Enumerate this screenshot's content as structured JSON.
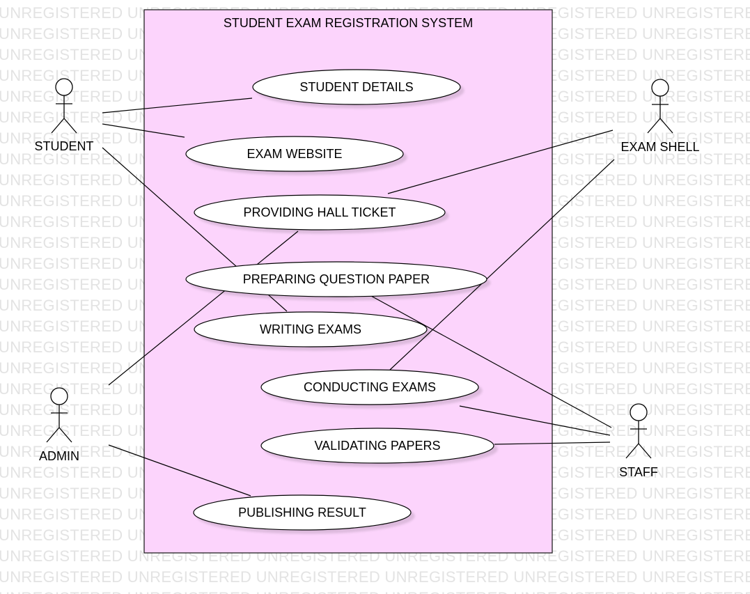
{
  "watermark": {
    "text": "UNREGISTERED "
  },
  "system": {
    "title": "STUDENT EXAM REGISTRATION SYSTEM",
    "fill": "#fcd4fc"
  },
  "actors": {
    "student": "STUDENT",
    "exam_shell": "EXAM SHELL",
    "admin": "ADMIN",
    "staff": "STAFF"
  },
  "use_cases": {
    "student_details": "STUDENT DETAILS",
    "exam_website": "EXAM WEBSITE",
    "providing_hall_ticket": "PROVIDING HALL TICKET",
    "preparing_question_paper": "PREPARING QUESTION PAPER",
    "writing_exams": "WRITING EXAMS",
    "conducting_exams": "CONDUCTING EXAMS",
    "validating_papers": "VALIDATING PAPERS",
    "publishing_result": "PUBLISHING  RESULT"
  },
  "associations": [
    {
      "actor": "STUDENT",
      "use_case": "STUDENT DETAILS"
    },
    {
      "actor": "STUDENT",
      "use_case": "EXAM WEBSITE"
    },
    {
      "actor": "STUDENT",
      "use_case": "WRITING EXAMS"
    },
    {
      "actor": "EXAM SHELL",
      "use_case": "PROVIDING HALL TICKET"
    },
    {
      "actor": "EXAM SHELL",
      "use_case": "CONDUCTING EXAMS"
    },
    {
      "actor": "ADMIN",
      "use_case": "PROVIDING HALL TICKET"
    },
    {
      "actor": "ADMIN",
      "use_case": "PUBLISHING  RESULT"
    },
    {
      "actor": "STAFF",
      "use_case": "PREPARING QUESTION PAPER"
    },
    {
      "actor": "STAFF",
      "use_case": "CONDUCTING EXAMS"
    },
    {
      "actor": "STAFF",
      "use_case": "VALIDATING PAPERS"
    }
  ]
}
